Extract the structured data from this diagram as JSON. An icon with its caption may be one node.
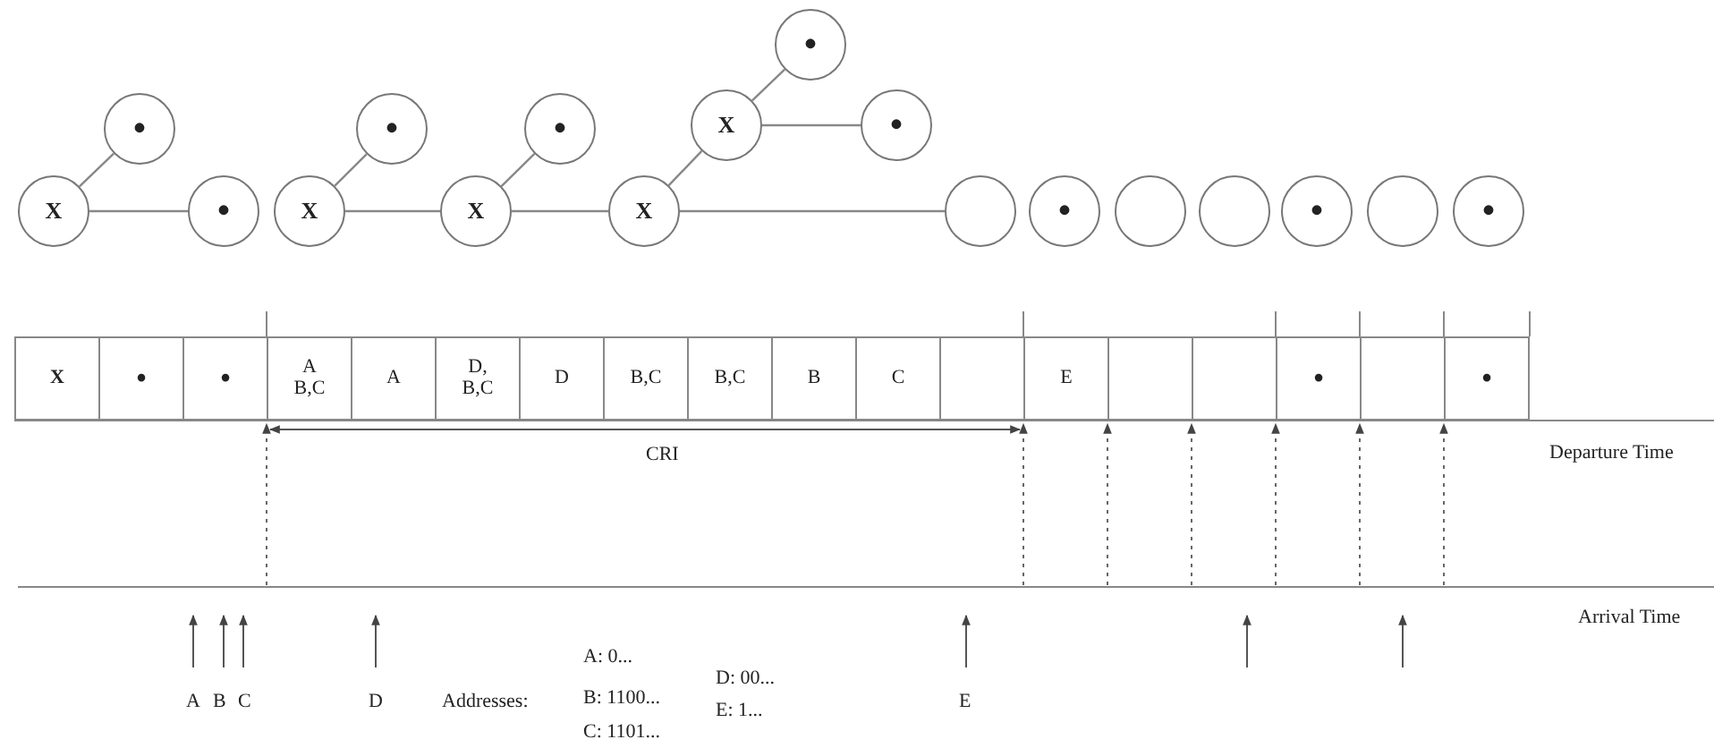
{
  "diagram": {
    "nodes": [
      {
        "text": [
          "X"
        ]
      },
      {
        "text": [
          "•"
        ]
      },
      {
        "text": [
          "•"
        ]
      },
      {
        "text": [
          "X"
        ]
      },
      {
        "text": [
          "•"
        ]
      },
      {
        "text": [
          "X"
        ]
      },
      {
        "text": [
          "•"
        ]
      },
      {
        "text": [
          "X"
        ]
      },
      {
        "text": [
          "X"
        ]
      },
      {
        "text": [
          "•"
        ]
      },
      {
        "text": [
          "•"
        ]
      },
      {
        "text": [],
        "shape": "circle"
      },
      {
        "text": [
          "•"
        ]
      },
      {
        "text": [],
        "shape": "circle"
      },
      {
        "text": [],
        "shape": "circle"
      },
      {
        "text": [
          "•"
        ]
      },
      {
        "text": [],
        "shape": "circle"
      },
      {
        "text": [
          "•"
        ]
      }
    ],
    "edges": [
      {
        "from": 0,
        "to": 1,
        "arrow": "none"
      },
      {
        "from": 0,
        "to": 2,
        "arrow": "none"
      },
      {
        "from": 3,
        "to": 4,
        "arrow": "none"
      },
      {
        "from": 3,
        "to": 5,
        "arrow": "none"
      },
      {
        "from": 5,
        "to": 6,
        "arrow": "none"
      },
      {
        "from": 5,
        "to": 7,
        "arrow": "none"
      },
      {
        "from": 7,
        "to": 8,
        "arrow": "none"
      },
      {
        "from": 8,
        "to": 9,
        "arrow": "none"
      },
      {
        "from": 8,
        "to": 10,
        "arrow": "none"
      },
      {
        "from": 7,
        "to": 11,
        "arrow": "none"
      }
    ],
    "labels": [
      "X",
      "•",
      "•",
      "A B,C",
      "A",
      "D, B,C",
      "D",
      "B,C",
      "B,C",
      "B",
      "C",
      "E",
      "•",
      "•",
      "CRI",
      "Departure Time",
      "Arrival Time",
      "A",
      "B",
      "C",
      "D",
      "Addresses:",
      "A: 0...",
      "D: 00...",
      "B: 1100...",
      "E: 1...",
      "C: 1101...",
      "E"
    ]
  }
}
